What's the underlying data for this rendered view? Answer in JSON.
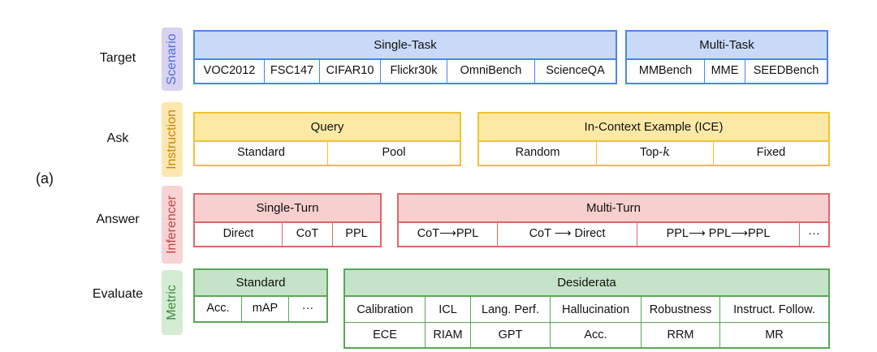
{
  "panel_label": "(a)",
  "rows": [
    {
      "label": "Target",
      "tag": "Scenario"
    },
    {
      "label": "Ask",
      "tag": "Instruction"
    },
    {
      "label": "Answer",
      "tag": "Inferencer"
    },
    {
      "label": "Evaluate",
      "tag": "Metric"
    }
  ],
  "scenario": {
    "single": {
      "title": "Single-Task",
      "items": [
        "VOC2012",
        "FSC147",
        "CIFAR10",
        "Flickr30k",
        "OmniBench",
        "ScienceQA"
      ]
    },
    "multi": {
      "title": "Multi-Task",
      "items": [
        "MMBench",
        "MME",
        "SEEDBench"
      ]
    }
  },
  "instruction": {
    "query": {
      "title": "Query",
      "items": [
        "Standard",
        "Pool"
      ]
    },
    "ice": {
      "title": "In-Context Example (ICE)",
      "items": [
        "Random",
        "Top-",
        "Fixed"
      ],
      "topk_var": "k"
    }
  },
  "inferencer": {
    "single": {
      "title": "Single-Turn",
      "items": [
        "Direct",
        "CoT",
        "PPL"
      ]
    },
    "multi": {
      "title": "Multi-Turn",
      "items": [
        "CoT⟶PPL",
        "CoT ⟶ Direct",
        "PPL⟶ PPL⟶PPL",
        "···"
      ]
    }
  },
  "metric": {
    "standard": {
      "title": "Standard",
      "items": [
        "Acc.",
        "mAP",
        "···"
      ]
    },
    "desiderata": {
      "title": "Desiderata",
      "items": [
        "Calibration",
        "ICL",
        "Lang. Perf.",
        "Hallucination",
        "Robustness",
        "Instruct. Follow."
      ],
      "metrics": [
        "ECE",
        "RIAM",
        "GPT",
        "Acc.",
        "RRM",
        "MR"
      ]
    }
  },
  "colors": {
    "scenario_border": "#4a86e8",
    "scenario_fill": "#c9daf8",
    "instruction_border": "#f1c232",
    "instruction_fill": "#fde9a6",
    "inferencer_border": "#e06666",
    "inferencer_fill": "#f7cfcf",
    "metric_border": "#57a855",
    "metric_fill": "#c5e3c8"
  }
}
